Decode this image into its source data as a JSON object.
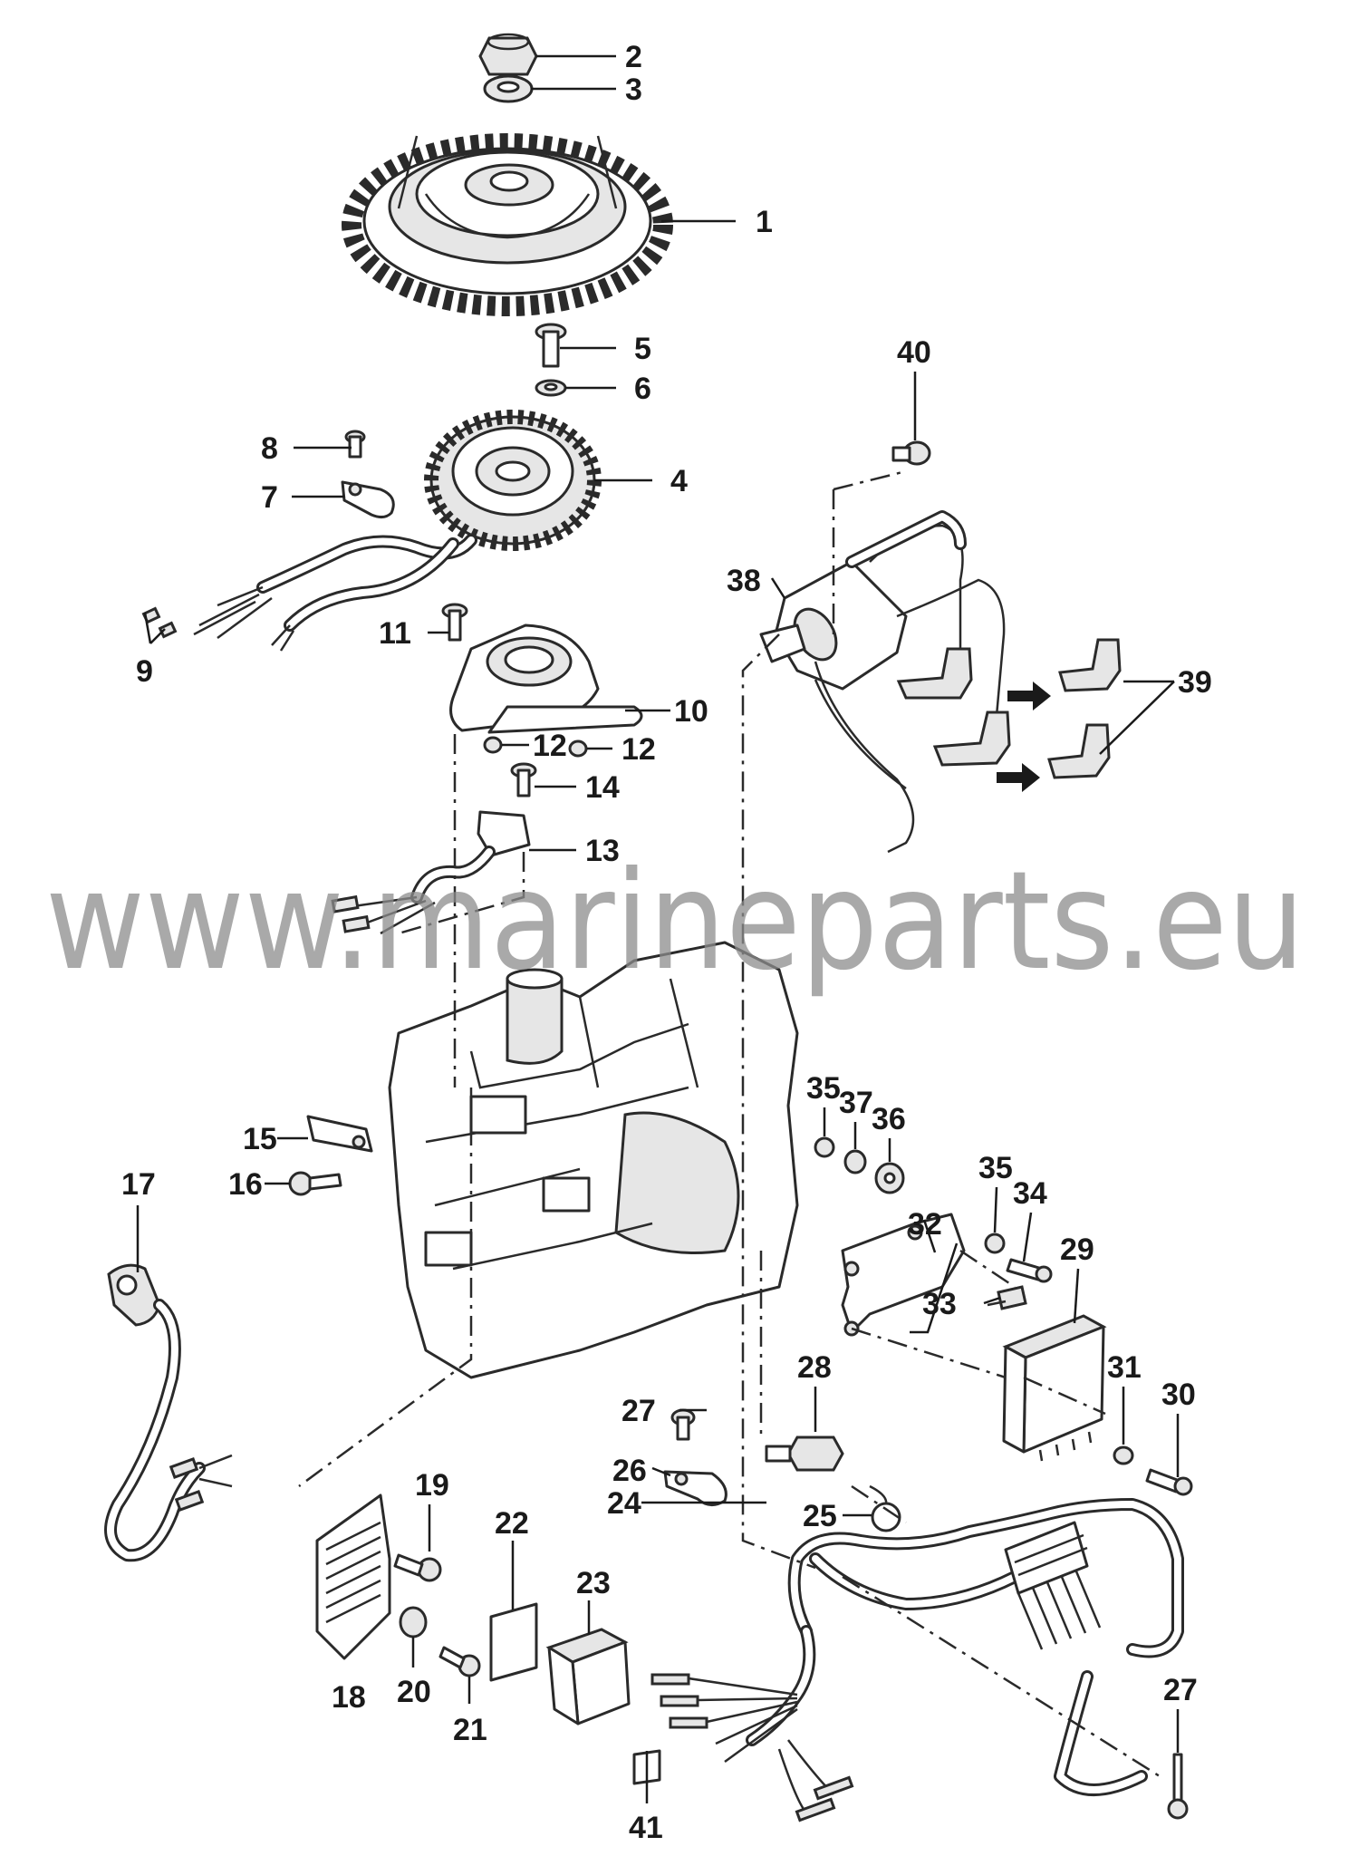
{
  "watermark": "www.marineparts.eu",
  "callouts": {
    "c1": "1",
    "c2": "2",
    "c3": "3",
    "c4": "4",
    "c5": "5",
    "c6": "6",
    "c7": "7",
    "c8": "8",
    "c9": "9",
    "c10": "10",
    "c11": "11",
    "c12a": "12",
    "c12b": "12",
    "c13": "13",
    "c14": "14",
    "c15": "15",
    "c16": "16",
    "c17": "17",
    "c18": "18",
    "c19": "19",
    "c20": "20",
    "c21": "21",
    "c22": "22",
    "c23": "23",
    "c24": "24",
    "c25": "25",
    "c26": "26",
    "c27a": "27",
    "c27b": "27",
    "c28": "28",
    "c29": "29",
    "c30": "30",
    "c31": "31",
    "c32": "32",
    "c33": "33",
    "c34": "34",
    "c35a": "35",
    "c35b": "35",
    "c36": "36",
    "c37": "37",
    "c38": "38",
    "c39": "39",
    "c40": "40",
    "c41": "41"
  }
}
